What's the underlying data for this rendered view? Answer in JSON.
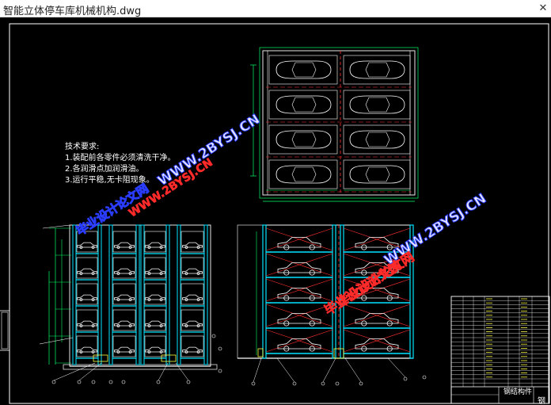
{
  "window": {
    "title": "智能立体停车库机械机构.dwg",
    "close_glyph": "✕"
  },
  "notes": {
    "heading": "技术要求:",
    "lines": [
      "1.装配前各零件必须清洗干净。",
      "2.各润滑点加润滑油。",
      "3.运行平稳,无卡阻现象。"
    ]
  },
  "watermarks": {
    "site_upper": "WWW.2BYSJ.CN",
    "site_lower": "WWW.2BYSJ.CN",
    "brand_upper": "毕业设计论文网",
    "brand_lower": "毕业设计论文网",
    "site_right": "WWW.2BYSJ.CN",
    "brand_right": "毕业设计论文网"
  },
  "title_block": {
    "caption": "钢结构件",
    "sheet": "钢"
  },
  "colors": {
    "background": "#000000",
    "frame": "#ffffff",
    "cyan": "#00e5ff",
    "green": "#00ff66",
    "red": "#ff3030",
    "yellow": "#ffff44"
  },
  "icons": [
    "close-icon"
  ]
}
